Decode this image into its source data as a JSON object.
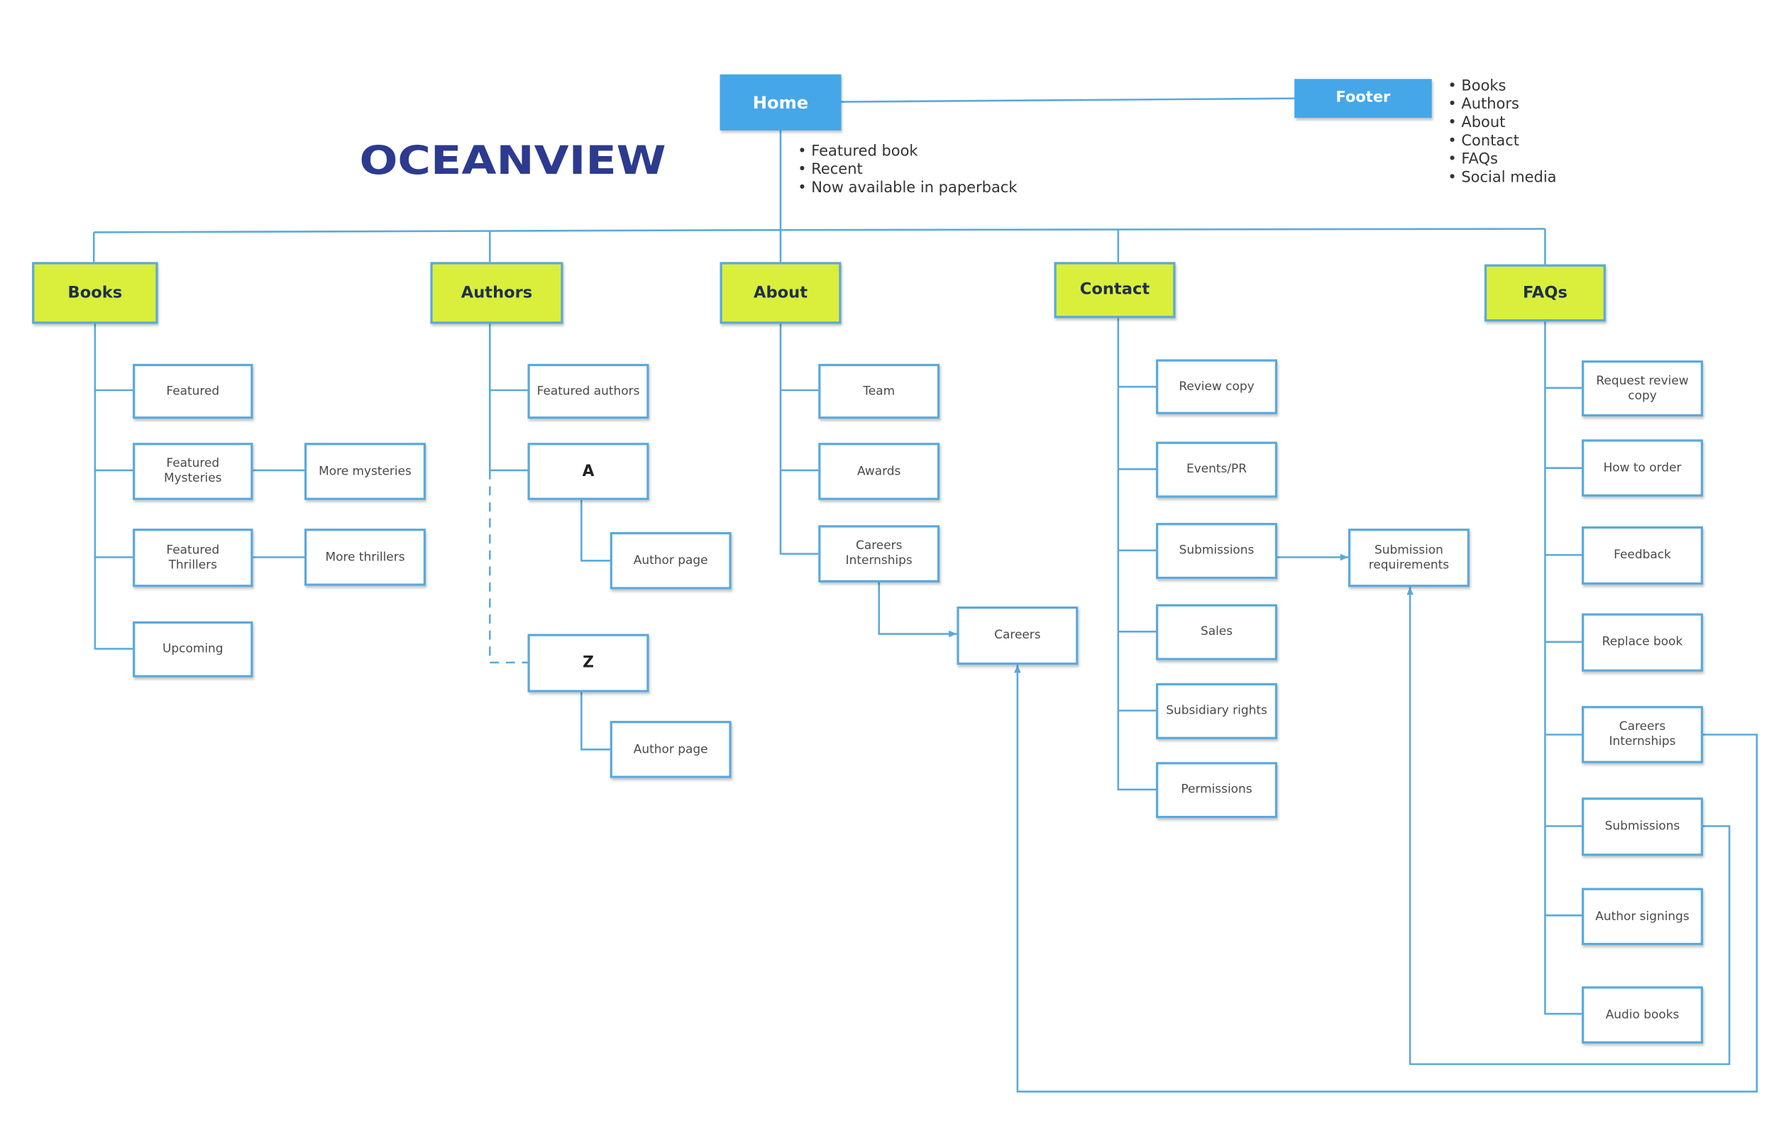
{
  "brand": {
    "logo_text": "OCEANVIEW",
    "primary_color": "#45a7e8",
    "section_color": "#d9ef3c",
    "line_color": "#5aa9dc"
  },
  "home": {
    "label": "Home",
    "notes": [
      "Featured book",
      "Recent",
      "Now available in paperback"
    ]
  },
  "footer": {
    "label": "Footer",
    "items": [
      "Books",
      "Authors",
      "About",
      "Contact",
      "FAQs",
      "Social media"
    ]
  },
  "sections": {
    "books": {
      "label": "Books",
      "featured": "Featured",
      "featured_mysteries": "Featured Mysteries",
      "more_mysteries": "More mysteries",
      "featured_thrillers": "Featured Thrillers",
      "more_thrillers": "More thrillers",
      "upcoming": "Upcoming"
    },
    "authors": {
      "label": "Authors",
      "featured_authors": "Featured authors",
      "letter_a": "A",
      "author_page_a": "Author page",
      "letter_z": "Z",
      "author_page_z": "Author page"
    },
    "about": {
      "label": "About",
      "team": "Team",
      "awards": "Awards",
      "careers_internships": "Careers Internships",
      "careers": "Careers"
    },
    "contact": {
      "label": "Contact",
      "review_copy": "Review copy",
      "events_pr": "Events/PR",
      "submissions": "Submissions",
      "submission_requirements": "Submission requirements",
      "sales": "Sales",
      "subsidiary_rights": "Subsidiary rights",
      "permissions": "Permissions"
    },
    "faqs": {
      "label": "FAQs",
      "request_review_copy": "Request review copy",
      "how_to_order": "How to order",
      "feedback": "Feedback",
      "replace_book": "Replace book",
      "careers_internships": "Careers Internships",
      "submissions": "Submissions",
      "author_signings": "Author signings",
      "audio_books": "Audio books"
    }
  }
}
